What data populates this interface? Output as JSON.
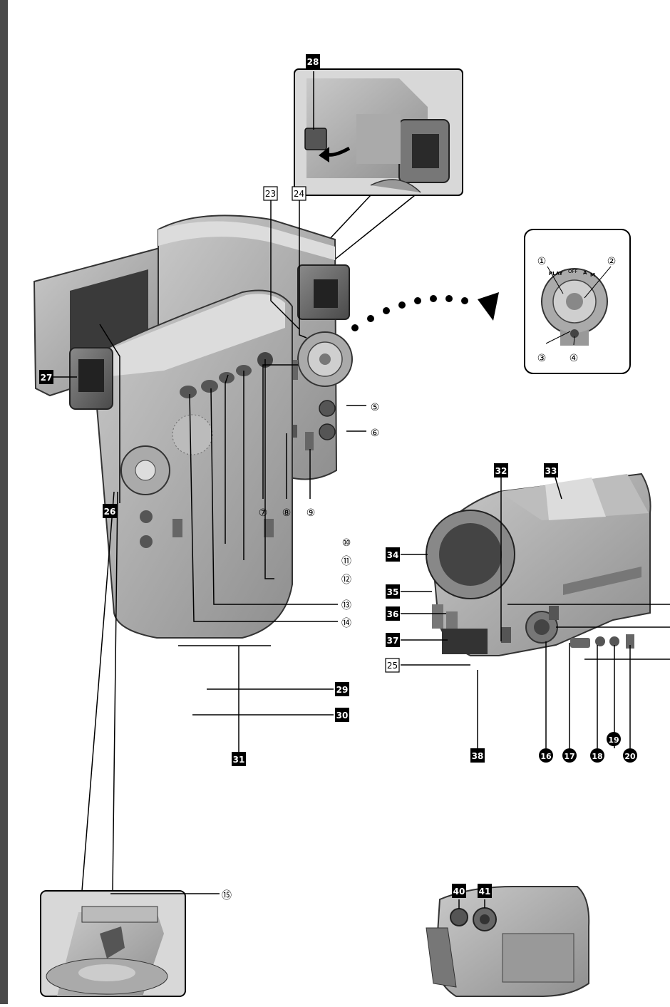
{
  "callouts_circled": [
    "①",
    "②",
    "③",
    "④",
    "⑤",
    "⑥",
    "⑦",
    "⑧",
    "⑨",
    "⑩",
    "⑪",
    "⑫",
    "⑬",
    "⑭",
    "⑮"
  ],
  "callouts_black_circled": [
    "16",
    "17",
    "18",
    "19",
    "20"
  ],
  "callouts_boxed_outline": [
    "23",
    "24",
    "25"
  ],
  "callouts_boxed_filled": [
    "26",
    "27",
    "28",
    "29",
    "30",
    "31",
    "32",
    "33",
    "34",
    "35",
    "36",
    "37",
    "38",
    "40",
    "41"
  ],
  "dial_marks": {
    "play": "PLAY",
    "off": "OFF",
    "a": "A",
    "m": "M"
  }
}
